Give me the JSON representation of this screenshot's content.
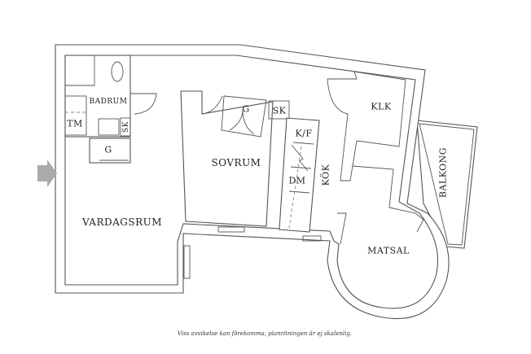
{
  "rooms": {
    "badrum": "BADRUM",
    "tm": "TM",
    "sk_bath": "SK",
    "g_hall": "G",
    "sovrum": "SOVRUM",
    "g_bedroom": "G",
    "sk_bedroom": "SK",
    "kf": "K/F",
    "dm": "DM",
    "kok": "KÖK",
    "klk": "KLK",
    "balkong": "BALKONG",
    "vardagsrum": "VARDAGSRUM",
    "matsal": "MATSAL"
  },
  "caption": "Viss avvikelse kan förekomma, planritningen är ej skalenlig.",
  "colors": {
    "wall": "#555555",
    "entrance_arrow": "#aaaaaa"
  }
}
